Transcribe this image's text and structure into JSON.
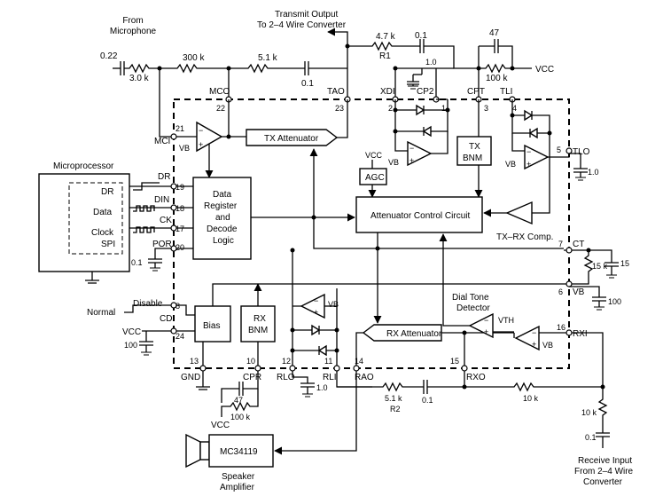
{
  "labels": {
    "from_mic": [
      "From",
      "Microphone"
    ],
    "tx_out": [
      "Transmit Output",
      "To 2–4 Wire Converter"
    ],
    "microprocessor": "Microprocessor",
    "mp_dr": "DR",
    "mp_data": "Data",
    "mp_clock": "Clock",
    "mp_spi": "SPI",
    "data_register": [
      "Data",
      "Register",
      "and",
      "Decode",
      "Logic"
    ],
    "tx_attenuator": "TX Attenuator",
    "attenuator_control": "Attenuator Control Circuit",
    "agc": "AGC",
    "tx_bnm": [
      "TX",
      "BNM"
    ],
    "rx_bnm": [
      "RX",
      "BNM"
    ],
    "bias": "Bias",
    "rx_attenuator": "RX Attenuator",
    "txrx_comp": "TX–RX Comp.",
    "dial_tone": [
      "Dial Tone",
      "Detector"
    ],
    "normal": "Normal",
    "disable": "Disable",
    "mc34119": "MC34119",
    "speaker": [
      "Speaker",
      "Amplifier"
    ],
    "rx_input": [
      "Receive Input",
      "From 2–4 Wire",
      "Converter"
    ],
    "vcc": "VCC",
    "vb": "VB",
    "vth": "VTH"
  },
  "components": {
    "c_022": "0.22",
    "r_3k": "3.0 k",
    "r_300k": "300 k",
    "r_51k_top": "5.1 k",
    "c_01_top": "0.1",
    "r_47k": "4.7 k",
    "r1": "R1",
    "c_01_xdi": "0.1",
    "c_10_cp2": "1.0",
    "c_47_top": "47",
    "r_100k_top": "100 k",
    "c_10_tlo": "1.0",
    "r_15k": "15 k",
    "c_15": "15",
    "c_100_vb": "100",
    "c_100_vcc": "100",
    "c_01_por": "0.1",
    "c_47_cpr": "47",
    "r_100k_cpr": "100 k",
    "c_10_rlo": "1.0",
    "r_51k_bot": "5.1 k",
    "r2": "R2",
    "c_01_bot": "0.1",
    "r_10k_a": "10 k",
    "r_10k_b": "10 k",
    "c_01_rx": "0.1"
  },
  "pins": {
    "mci": "MCI",
    "mci_n": "21",
    "mco": "MCO",
    "mco_n": "22",
    "tao": "TAO",
    "tao_n": "23",
    "xdi": "XDI",
    "xdi_n": "2",
    "cp2": "CP2",
    "cp2_n": "1",
    "cpt": "CPT",
    "cpt_n": "3",
    "tli": "TLI",
    "tli_n": "4",
    "tlo": "TLO",
    "tlo_n": "5",
    "dr": "DR",
    "dr_n": "19",
    "din": "DIN",
    "din_n": "18",
    "ck": "CK",
    "ck_n": "17",
    "por": "POR",
    "por_n": "20",
    "ct": "CT",
    "ct_n": "7",
    "vb": "VB",
    "vb_n": "6",
    "cd": "CD",
    "cd_n": "8",
    "vcc_n": "24",
    "gnd": "GND",
    "gnd_n": "13",
    "cpr": "CPR",
    "cpr_n": "10",
    "rlo": "RLO",
    "rlo_n": "12",
    "rli": "RLI",
    "rli_n": "11",
    "rao": "RAO",
    "rao_n": "14",
    "rxo": "RXO",
    "rxo_n": "15",
    "rxi": "RXI",
    "rxi_n": "16"
  }
}
